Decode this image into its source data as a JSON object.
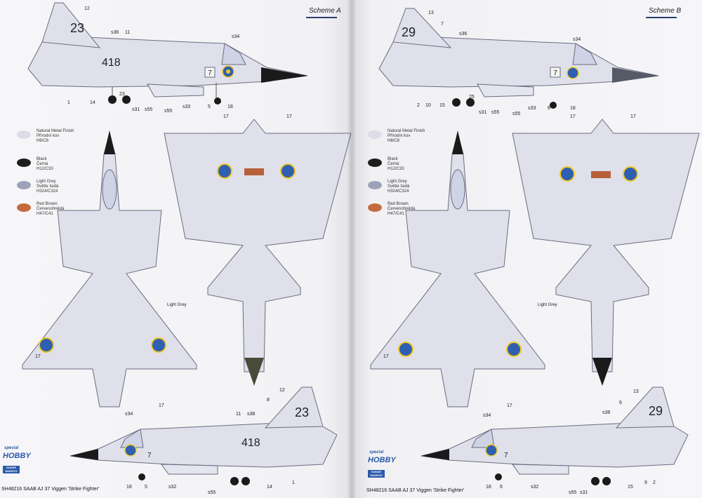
{
  "pages": [
    {
      "scheme": "Scheme A",
      "fuselage_code": "418",
      "tail_code": "23",
      "nose_code": "7",
      "legend": [
        {
          "name": "Natural Metal Finish",
          "local": "Přírodní kov",
          "code": "H8/C8",
          "color": "#dcdde7"
        },
        {
          "name": "Black",
          "local": "Černá",
          "code": "H12/C33",
          "color": "#1d1d1d"
        },
        {
          "name": "Light Grey",
          "local": "Světle šedá",
          "code": "H324/C324",
          "color": "#9fa3ba"
        },
        {
          "name": "Red Brown",
          "local": "Červenohnědá",
          "code": "H47/C41",
          "color": "#c56a3e"
        }
      ],
      "plan_label": "Light Grey",
      "callouts": {
        "c12": "12",
        "cs36": "s36",
        "c11": "11",
        "cs34": "s34",
        "c1": "1",
        "c14": "14",
        "c23": "23",
        "cs31": "s31",
        "cs55": "s55",
        "cs33": "s33",
        "c5": "5",
        "c18": "18",
        "c17a": "17",
        "c17b": "17",
        "c17c": "17",
        "c17d": "17",
        "c8": "8",
        "cs38": "s38",
        "cs32": "s32"
      },
      "footer": "SH48216  SAAB AJ 37 Viggen 'Strike Fighter'"
    },
    {
      "scheme": "Scheme B",
      "fuselage_code": "",
      "tail_code": "29",
      "nose_code": "7",
      "legend": [
        {
          "name": "Natural Metal Finish",
          "local": "Přírodní kov",
          "code": "H8/C8",
          "color": "#dcdde7"
        },
        {
          "name": "Black",
          "local": "Černá",
          "code": "H12/C33",
          "color": "#1d1d1d"
        },
        {
          "name": "Light Grey",
          "local": "Světle šedá",
          "code": "H324/C324",
          "color": "#9fa3ba"
        },
        {
          "name": "Red Brown",
          "local": "Červenohnědá",
          "code": "H47/C41",
          "color": "#c56a3e"
        }
      ],
      "plan_label": "Light Grey",
      "callouts": {
        "c13": "13",
        "c7": "7",
        "cs36": "s36",
        "cs34": "s34",
        "c2": "2",
        "c10": "10",
        "c15": "15",
        "c25": "25",
        "cs31": "s31",
        "cs55": "s55",
        "cs33": "s33",
        "c6": "6",
        "c18": "18",
        "c17a": "17",
        "c17b": "17",
        "c17c": "17",
        "c17d": "17",
        "cs38": "s38",
        "cs32": "s32",
        "c9": "9",
        "c2b": "2"
      },
      "footer": "SH48216  SAAB AJ 37 Viggen 'Strike Fighter'"
    }
  ],
  "brand": {
    "logo_top": "special",
    "logo_main": "HOBBY",
    "gunze_1": "GUNZE",
    "gunze_2": "SANGYO"
  },
  "colors": {
    "aircraft": "#dfe0ea",
    "outline": "#6a6c80",
    "black": "#1a1a1a",
    "roundel_blue": "#2f5fb0",
    "roundel_yellow": "#f0c820",
    "brown": "#b8603a"
  }
}
